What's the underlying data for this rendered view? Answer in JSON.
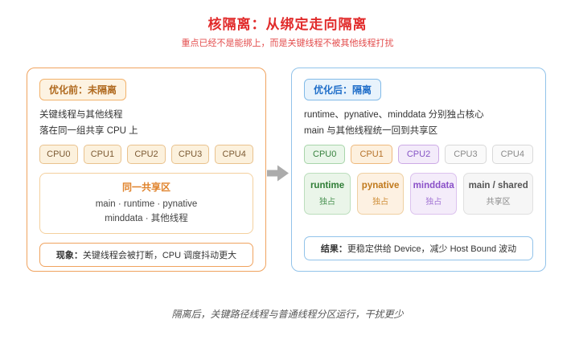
{
  "title": "核隔离：从绑定走向隔离",
  "subtitle": "重点已经不是能绑上，而是关键线程不被其他线程打扰",
  "before": {
    "badge": "优化前：未隔离",
    "desc_lines": [
      "关键线程与其他线程",
      "落在同一组共享 CPU 上"
    ],
    "cpus": [
      "CPU0",
      "CPU1",
      "CPU2",
      "CPU3",
      "CPU4"
    ],
    "shared_box": {
      "title": "同一共享区",
      "lines": [
        "main · runtime · pynative",
        "minddata · 其他线程"
      ]
    },
    "note_prefix": "现象：",
    "note_text": "关键线程会被打断，CPU 调度抖动更大"
  },
  "after": {
    "badge": "优化后：隔离",
    "desc_lines": [
      "runtime、pynative、minddata 分别独占核心",
      "main 与其他线程统一回到共享区"
    ],
    "cpus": [
      {
        "label": "CPU0",
        "variant": "green"
      },
      {
        "label": "CPU1",
        "variant": "orange"
      },
      {
        "label": "CPU2",
        "variant": "purple"
      },
      {
        "label": "CPU3",
        "variant": "gray"
      },
      {
        "label": "CPU4",
        "variant": "gray"
      }
    ],
    "cores": [
      {
        "name": "runtime",
        "tag": "独占",
        "variant": "green"
      },
      {
        "name": "pynative",
        "tag": "独占",
        "variant": "orange"
      },
      {
        "name": "minddata",
        "tag": "独占",
        "variant": "purple"
      },
      {
        "name": "main / shared",
        "tag": "共享区",
        "variant": "gray"
      }
    ],
    "note_prefix": "结果：",
    "note_text": "更稳定供给 Device，减少 Host Bound 波动"
  },
  "caption": "隔离后，关键路径线程与普通线程分区运行，干扰更少",
  "colors": {
    "title_red": "#e12b2b",
    "before_accent": "#f0a35f",
    "after_accent": "#92c3ea",
    "runtime_green": "#2f7d36",
    "pynative_orange": "#c0791c",
    "minddata_purple": "#8a50c8",
    "arrow_gray": "#ababab"
  }
}
